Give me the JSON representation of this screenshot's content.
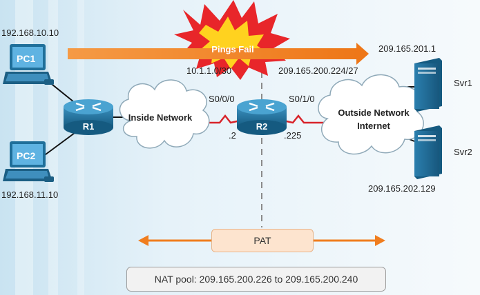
{
  "alert": {
    "label": "Pings Fail"
  },
  "networks": {
    "inside": "Inside Network",
    "outside_line1": "Outside Network",
    "outside_line2": "Internet",
    "link_subnet": "10.1.1.0/30",
    "outside_subnet": "209.165.200.224/27"
  },
  "hosts": {
    "pc1": {
      "name": "PC1",
      "ip": "192.168.10.10"
    },
    "pc2": {
      "name": "PC2",
      "ip": "192.168.11.10"
    },
    "svr1": {
      "name": "Svr1",
      "ip": "209.165.201.1"
    },
    "svr2": {
      "name": "Svr2",
      "ip": "209.165.202.129"
    }
  },
  "routers": {
    "r1": {
      "name": "R1"
    },
    "r2": {
      "name": "R2",
      "inside_interface": "S0/0/0",
      "outside_interface": "S0/1/0",
      "inside_host": ".2",
      "outside_host": ".225"
    }
  },
  "pat": {
    "label": "PAT"
  },
  "nat_pool": {
    "label": "NAT pool: 209.165.200.226 to 209.165.200.240"
  },
  "colors": {
    "arrow_orange": "#f07d1e",
    "router_blue": "#1f6f9a",
    "server_blue": "#1f6f9a",
    "serial_red": "#d8232a",
    "burst_red": "#e8262a",
    "burst_yellow": "#ffd21f"
  }
}
